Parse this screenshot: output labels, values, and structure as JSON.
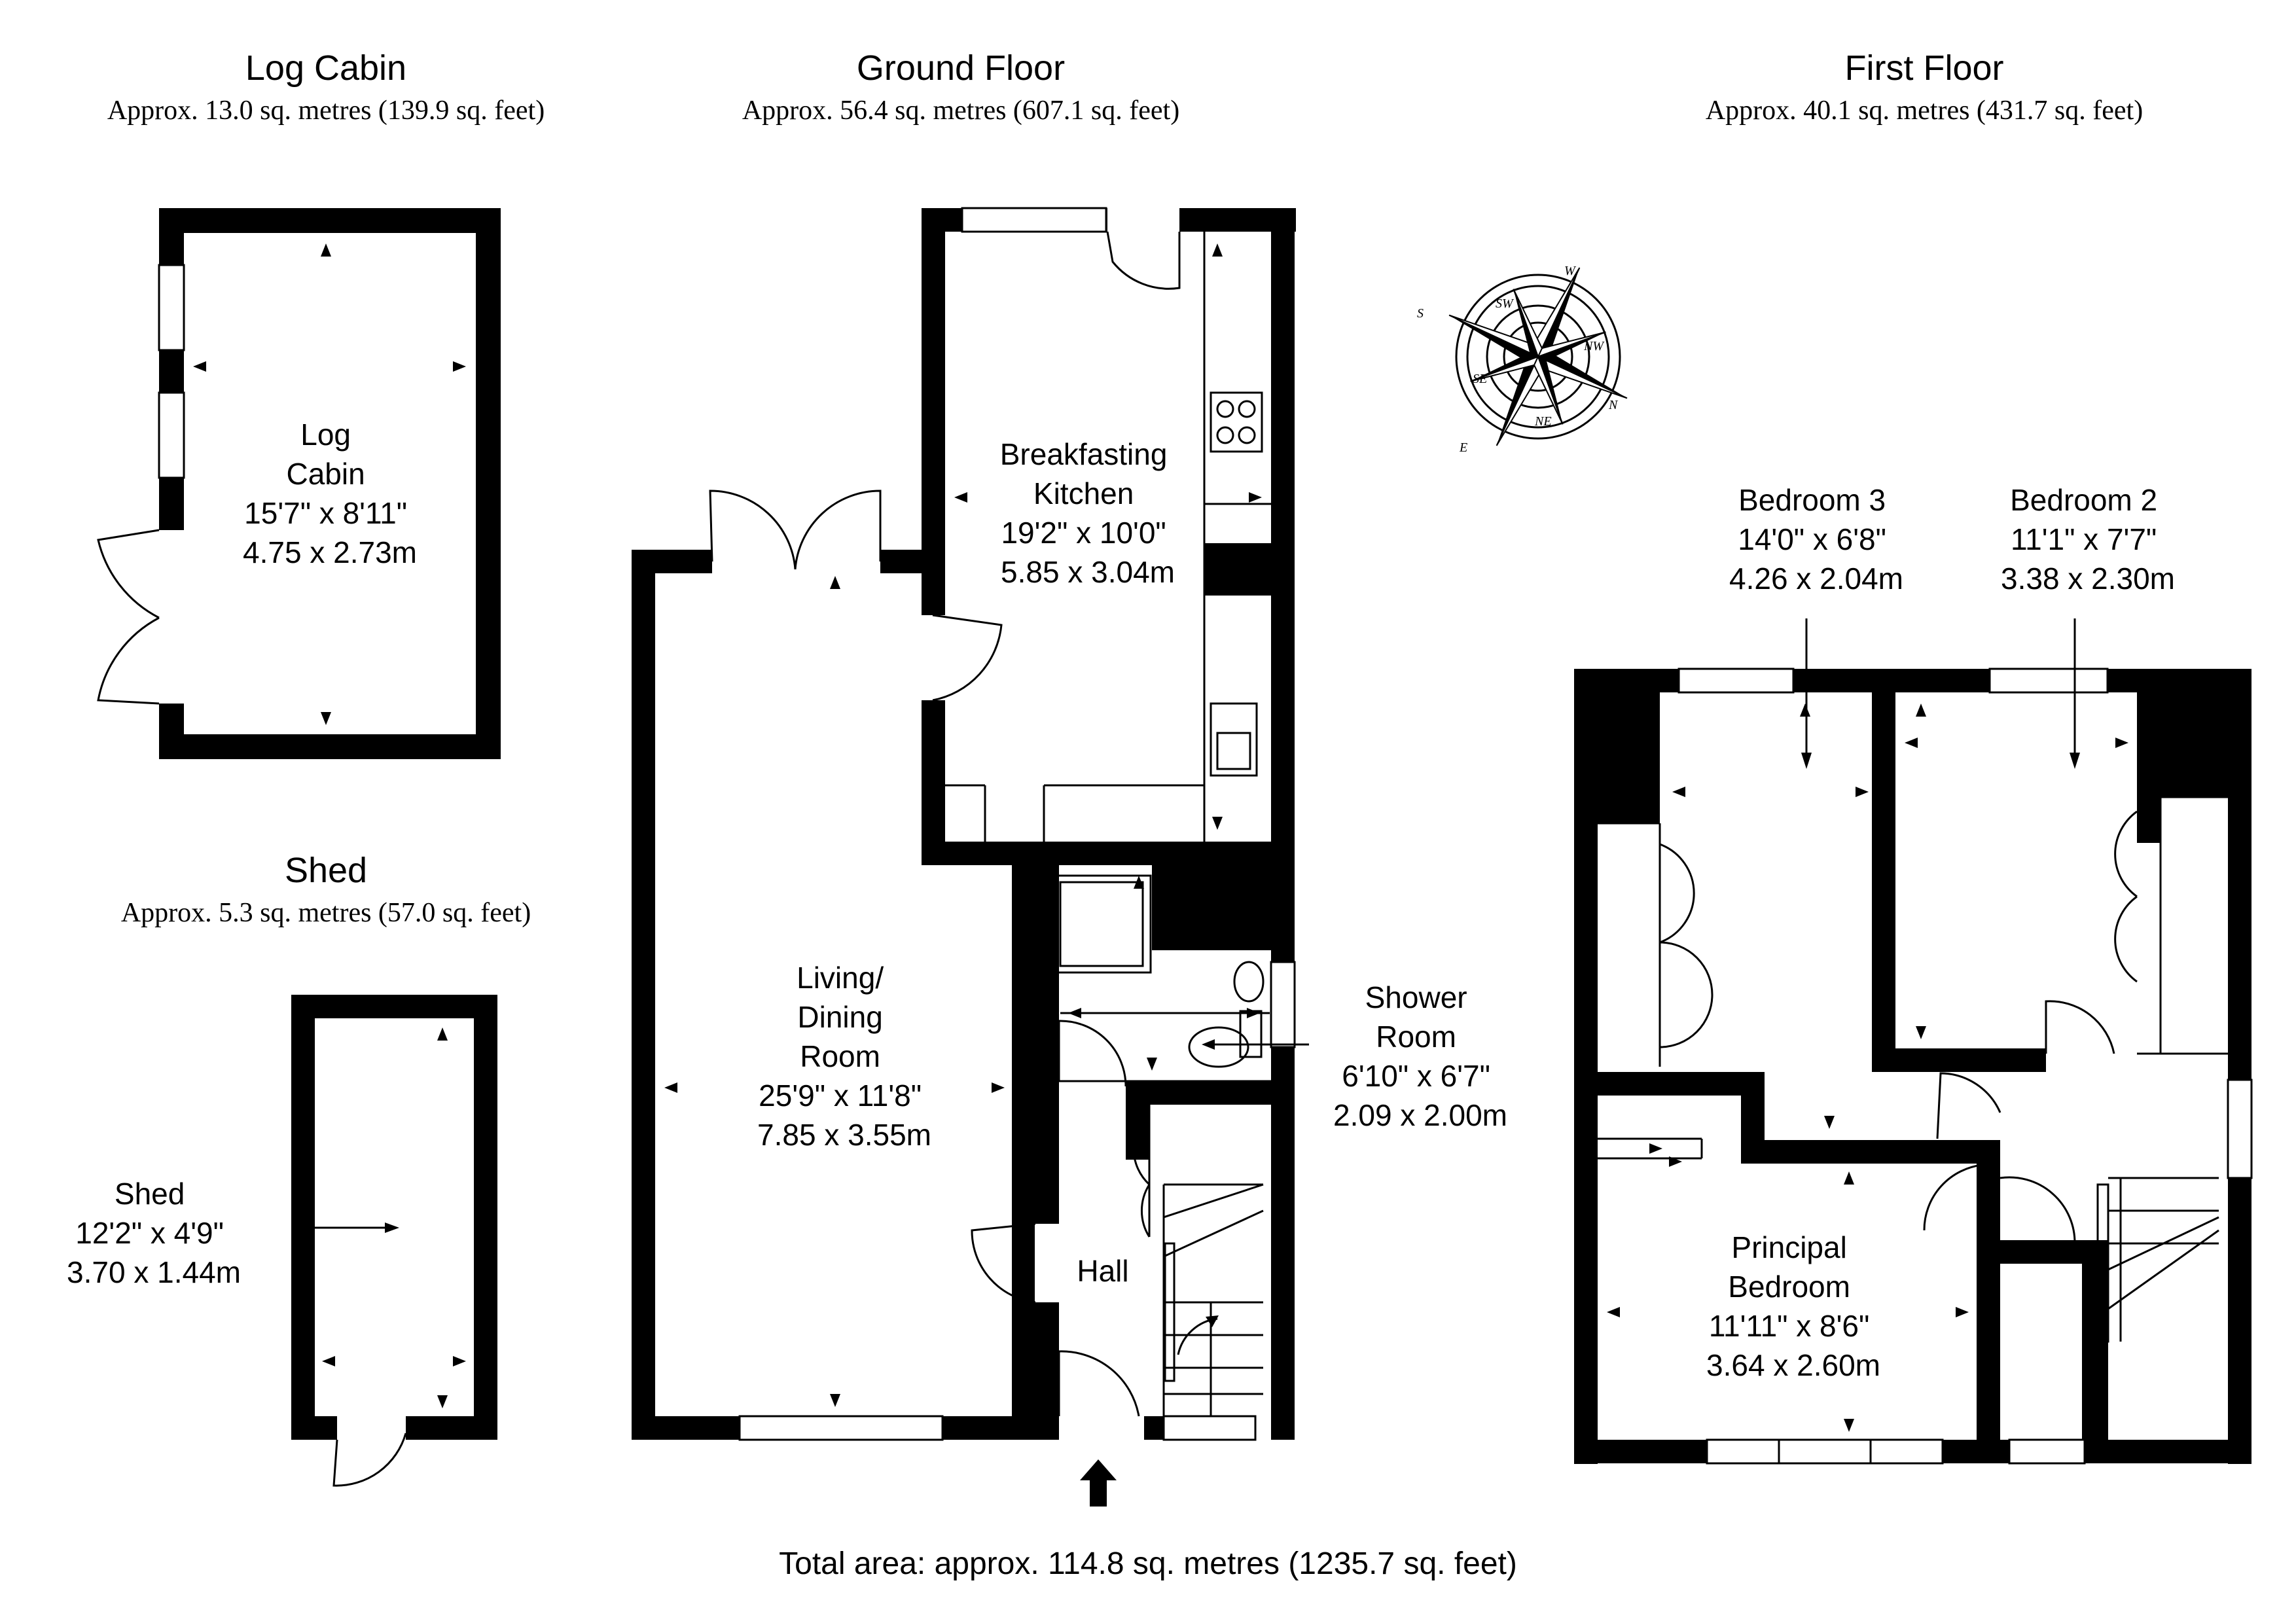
{
  "sections": {
    "log_cabin": {
      "title": "Log Cabin",
      "area": "Approx. 13.0 sq. metres (139.9 sq. feet)"
    },
    "ground_floor": {
      "title": "Ground Floor",
      "area": "Approx. 56.4 sq. metres (607.1 sq. feet)"
    },
    "first_floor": {
      "title": "First Floor",
      "area": "Approx. 40.1 sq. metres (431.7 sq. feet)"
    },
    "shed": {
      "title": "Shed",
      "area": "Approx. 5.3 sq. metres (57.0 sq. feet)"
    }
  },
  "rooms": {
    "log_cabin": {
      "lines": [
        "Log",
        "Cabin",
        "15'7\" x 8'11\"",
        "4.75 x 2.73m"
      ]
    },
    "shed": {
      "lines": [
        "Shed",
        "12'2\" x 4'9\"",
        "3.70 x 1.44m"
      ]
    },
    "kitchen": {
      "lines": [
        "Breakfasting",
        "Kitchen",
        "19'2\" x 10'0\"",
        "5.85 x 3.04m"
      ]
    },
    "living": {
      "lines": [
        "Living/",
        "Dining",
        "Room",
        "25'9\" x 11'8\"",
        "7.85 x 3.55m"
      ]
    },
    "shower": {
      "lines": [
        "Shower",
        "Room",
        "6'10\" x 6'7\"",
        "2.09 x 2.00m"
      ]
    },
    "hall": {
      "lines": [
        "Hall"
      ]
    },
    "bedroom3": {
      "lines": [
        "Bedroom 3",
        "14'0\" x 6'8\"",
        "4.26 x 2.04m"
      ]
    },
    "bedroom2": {
      "lines": [
        "Bedroom 2",
        "11'1\" x 7'7\"",
        "3.38 x 2.30m"
      ]
    },
    "principal": {
      "lines": [
        "Principal",
        "Bedroom",
        "11'11\" x 8'6\"",
        "3.64 x 2.60m"
      ]
    }
  },
  "compass": {
    "letters": [
      "W",
      "NW",
      "N",
      "NE",
      "E",
      "SE",
      "S",
      "SW"
    ]
  },
  "total": "Total area: approx. 114.8 sq. metres (1235.7 sq. feet)"
}
